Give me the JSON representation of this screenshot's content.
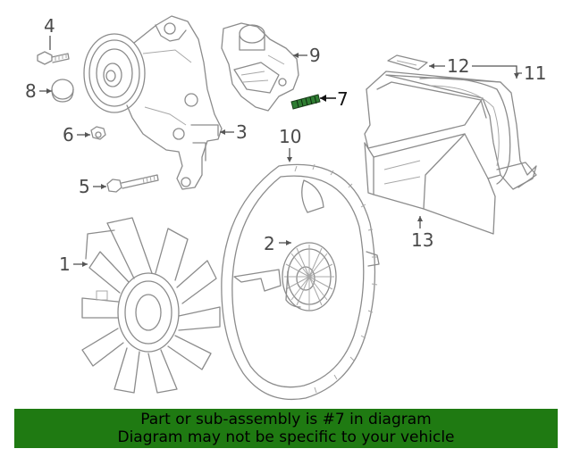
{
  "diagram": {
    "labels": {
      "l1": "1",
      "l2": "2",
      "l3": "3",
      "l4": "4",
      "l5": "5",
      "l6": "6",
      "l7": "7",
      "l8": "8",
      "l9": "9",
      "l10": "10",
      "l11": "11",
      "l12": "12",
      "l13": "13"
    },
    "highlight_color": "#2e7d32"
  },
  "banner": {
    "line1": "Part or sub-assembly is #7 in diagram",
    "line2": "Diagram may not be specific to your vehicle",
    "background": "#1f7a12"
  }
}
